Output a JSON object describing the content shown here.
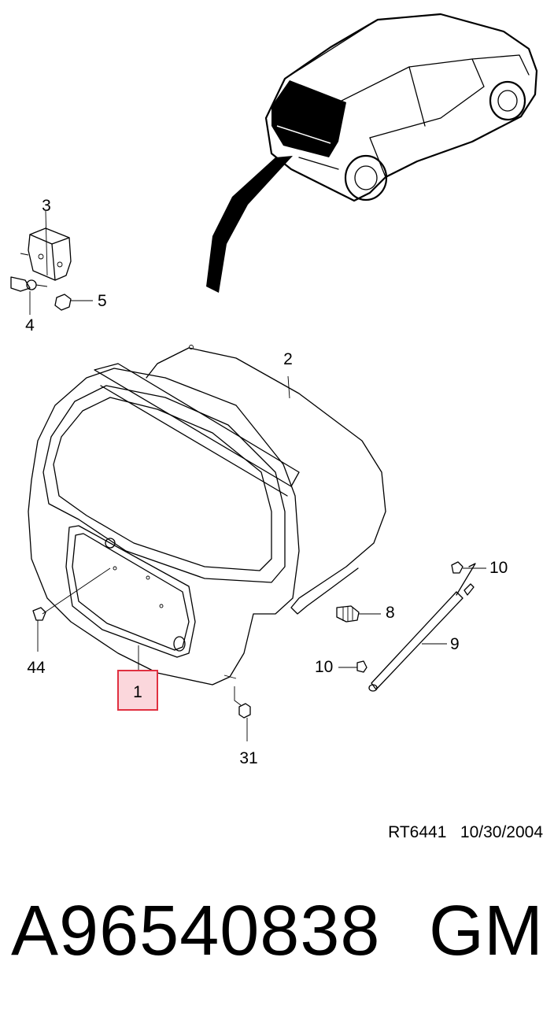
{
  "callouts": {
    "c1": "1",
    "c2": "2",
    "c3": "3",
    "c4": "4",
    "c5": "5",
    "c8": "8",
    "c9": "9",
    "c10a": "10",
    "c10b": "10",
    "c31": "31",
    "c44": "44"
  },
  "highlight_color": "#fbd7dc",
  "highlight_border": "#e03040",
  "drawing_ref": "RT6441   10/30/2004",
  "part_number": "A96540838",
  "brand": "GM"
}
